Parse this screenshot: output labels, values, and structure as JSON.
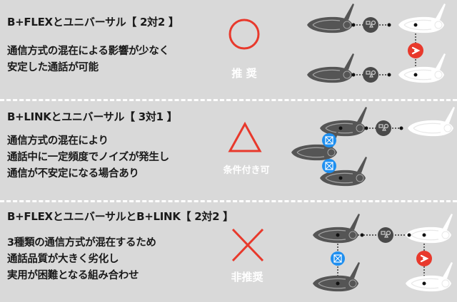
{
  "colors": {
    "background": "#d9d9d9",
    "red": "#e8392c",
    "blue": "#1e8ff0",
    "dark_headset": "#555555",
    "hub": "#4a4a4a"
  },
  "sections": [
    {
      "title": "B+FLEXとユニバーサル【 2対2 】",
      "lines": [
        "通信方式の混在による影響が少なく",
        "安定した通話が可能"
      ],
      "symbol": "circle",
      "verdict": "推 奨"
    },
    {
      "title": "B+LINKとユニバーサル【 3対1 】",
      "lines": [
        "通信方式の混在により",
        "通話中に一定頻度でノイズが発生し",
        "通信が不安定になる場合あり"
      ],
      "symbol": "triangle",
      "verdict": "条件付き可"
    },
    {
      "title": "B+FLEXとユニバーサルとB+LINK【 2対2 】",
      "lines": [
        "3種類の通信方式が混在するため",
        "通話品質が大きく劣化し",
        "実用が困難となる組み合わせ"
      ],
      "symbol": "cross",
      "verdict": "非推奨"
    }
  ]
}
